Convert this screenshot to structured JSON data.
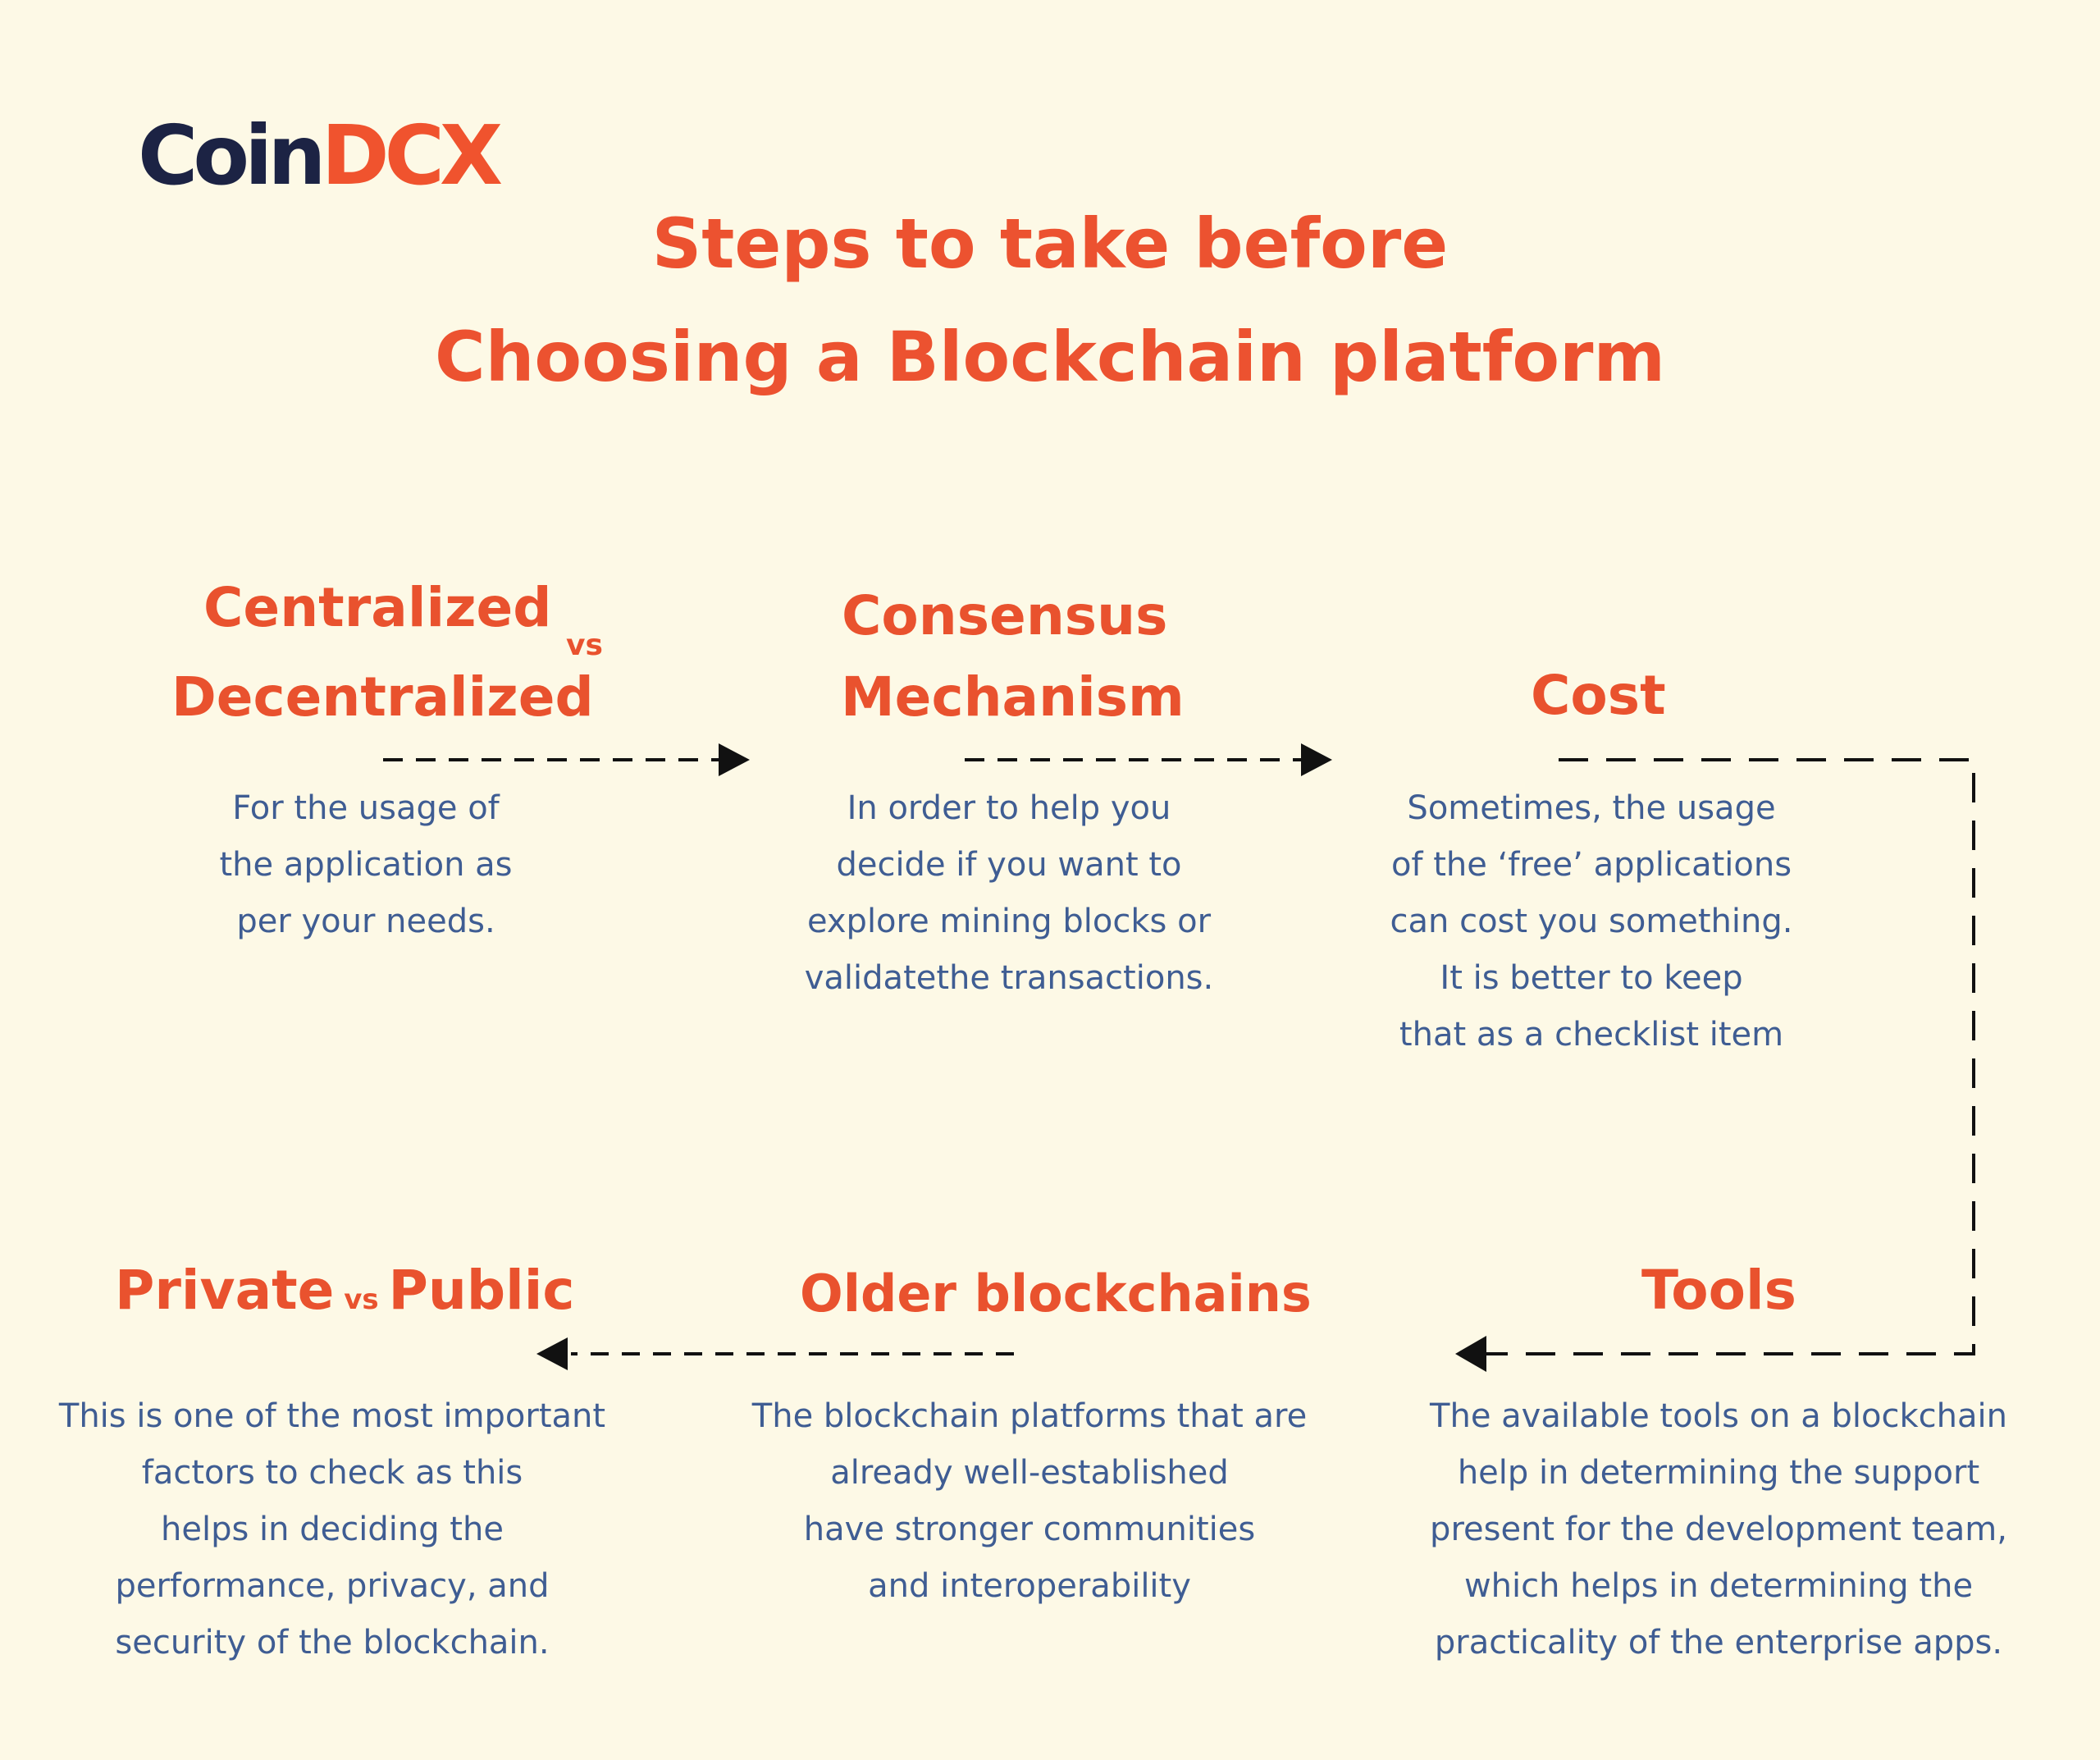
{
  "brand": {
    "part1": "Coin",
    "part2": "DCX"
  },
  "title": {
    "line1": "Steps to take before",
    "line2": "Choosing a Blockchain platform"
  },
  "steps": {
    "centralized": {
      "line1": "Centralized",
      "vs": "vs",
      "line2": "Decentralized",
      "desc": [
        "For the usage of",
        "the application as",
        "per your needs."
      ]
    },
    "consensus": {
      "line1": "Consensus",
      "line2": "Mechanism",
      "desc": [
        "In order to help you",
        "decide if you want to",
        "explore mining blocks or",
        "validatethe transactions."
      ]
    },
    "cost": {
      "title": "Cost",
      "desc": [
        "Sometimes, the usage",
        "of the ‘free’ applications",
        "can cost you something.",
        "It is better to keep",
        "that as a checklist item"
      ]
    },
    "tools": {
      "title": "Tools",
      "desc": [
        "The available tools on a blockchain",
        "help in determining the support",
        "present for the development team,",
        "which helps in determining the",
        "practicality of the enterprise apps."
      ]
    },
    "older": {
      "title": "Older blockchains",
      "desc": [
        "The blockchain platforms that are",
        "already well-established",
        "have stronger communities",
        "and interoperability"
      ]
    },
    "private": {
      "part1": "Private",
      "vs": "vs",
      "part2": "Public",
      "desc": [
        "This is one of the most important",
        "factors to check as this",
        "helps in deciding the",
        "performance, privacy, and",
        "security of the blockchain."
      ]
    }
  },
  "colors": {
    "accent": "#e9522e",
    "navy": "#1c2344",
    "text": "#3f5d93",
    "background": "#fdf9e6",
    "arrow": "#111111"
  }
}
